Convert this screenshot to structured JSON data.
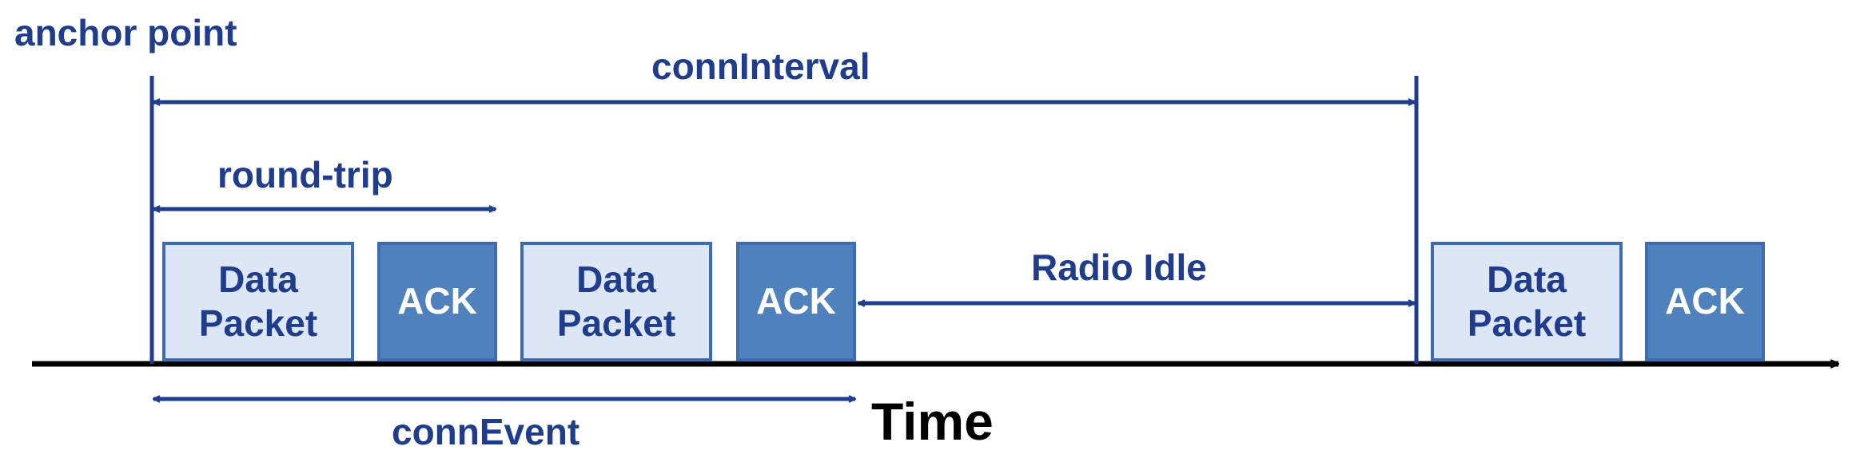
{
  "labels": {
    "anchor_point": "anchor point",
    "conn_interval": "connInterval",
    "round_trip": "round-trip",
    "radio_idle": "Radio Idle",
    "conn_event": "connEvent",
    "time": "Time"
  },
  "packets": [
    {
      "kind": "data",
      "line1": "Data",
      "line2": "Packet"
    },
    {
      "kind": "ack",
      "line1": "ACK"
    },
    {
      "kind": "data",
      "line1": "Data",
      "line2": "Packet"
    },
    {
      "kind": "ack",
      "line1": "ACK"
    },
    {
      "kind": "data",
      "line1": "Data",
      "line2": "Packet"
    },
    {
      "kind": "ack",
      "line1": "ACK"
    }
  ],
  "colors": {
    "primary": "#1f3d8c",
    "data_fill": "#dce6f4",
    "ack_fill": "#4f81bd",
    "border": "#3c6db0",
    "timeline": "#000000"
  }
}
